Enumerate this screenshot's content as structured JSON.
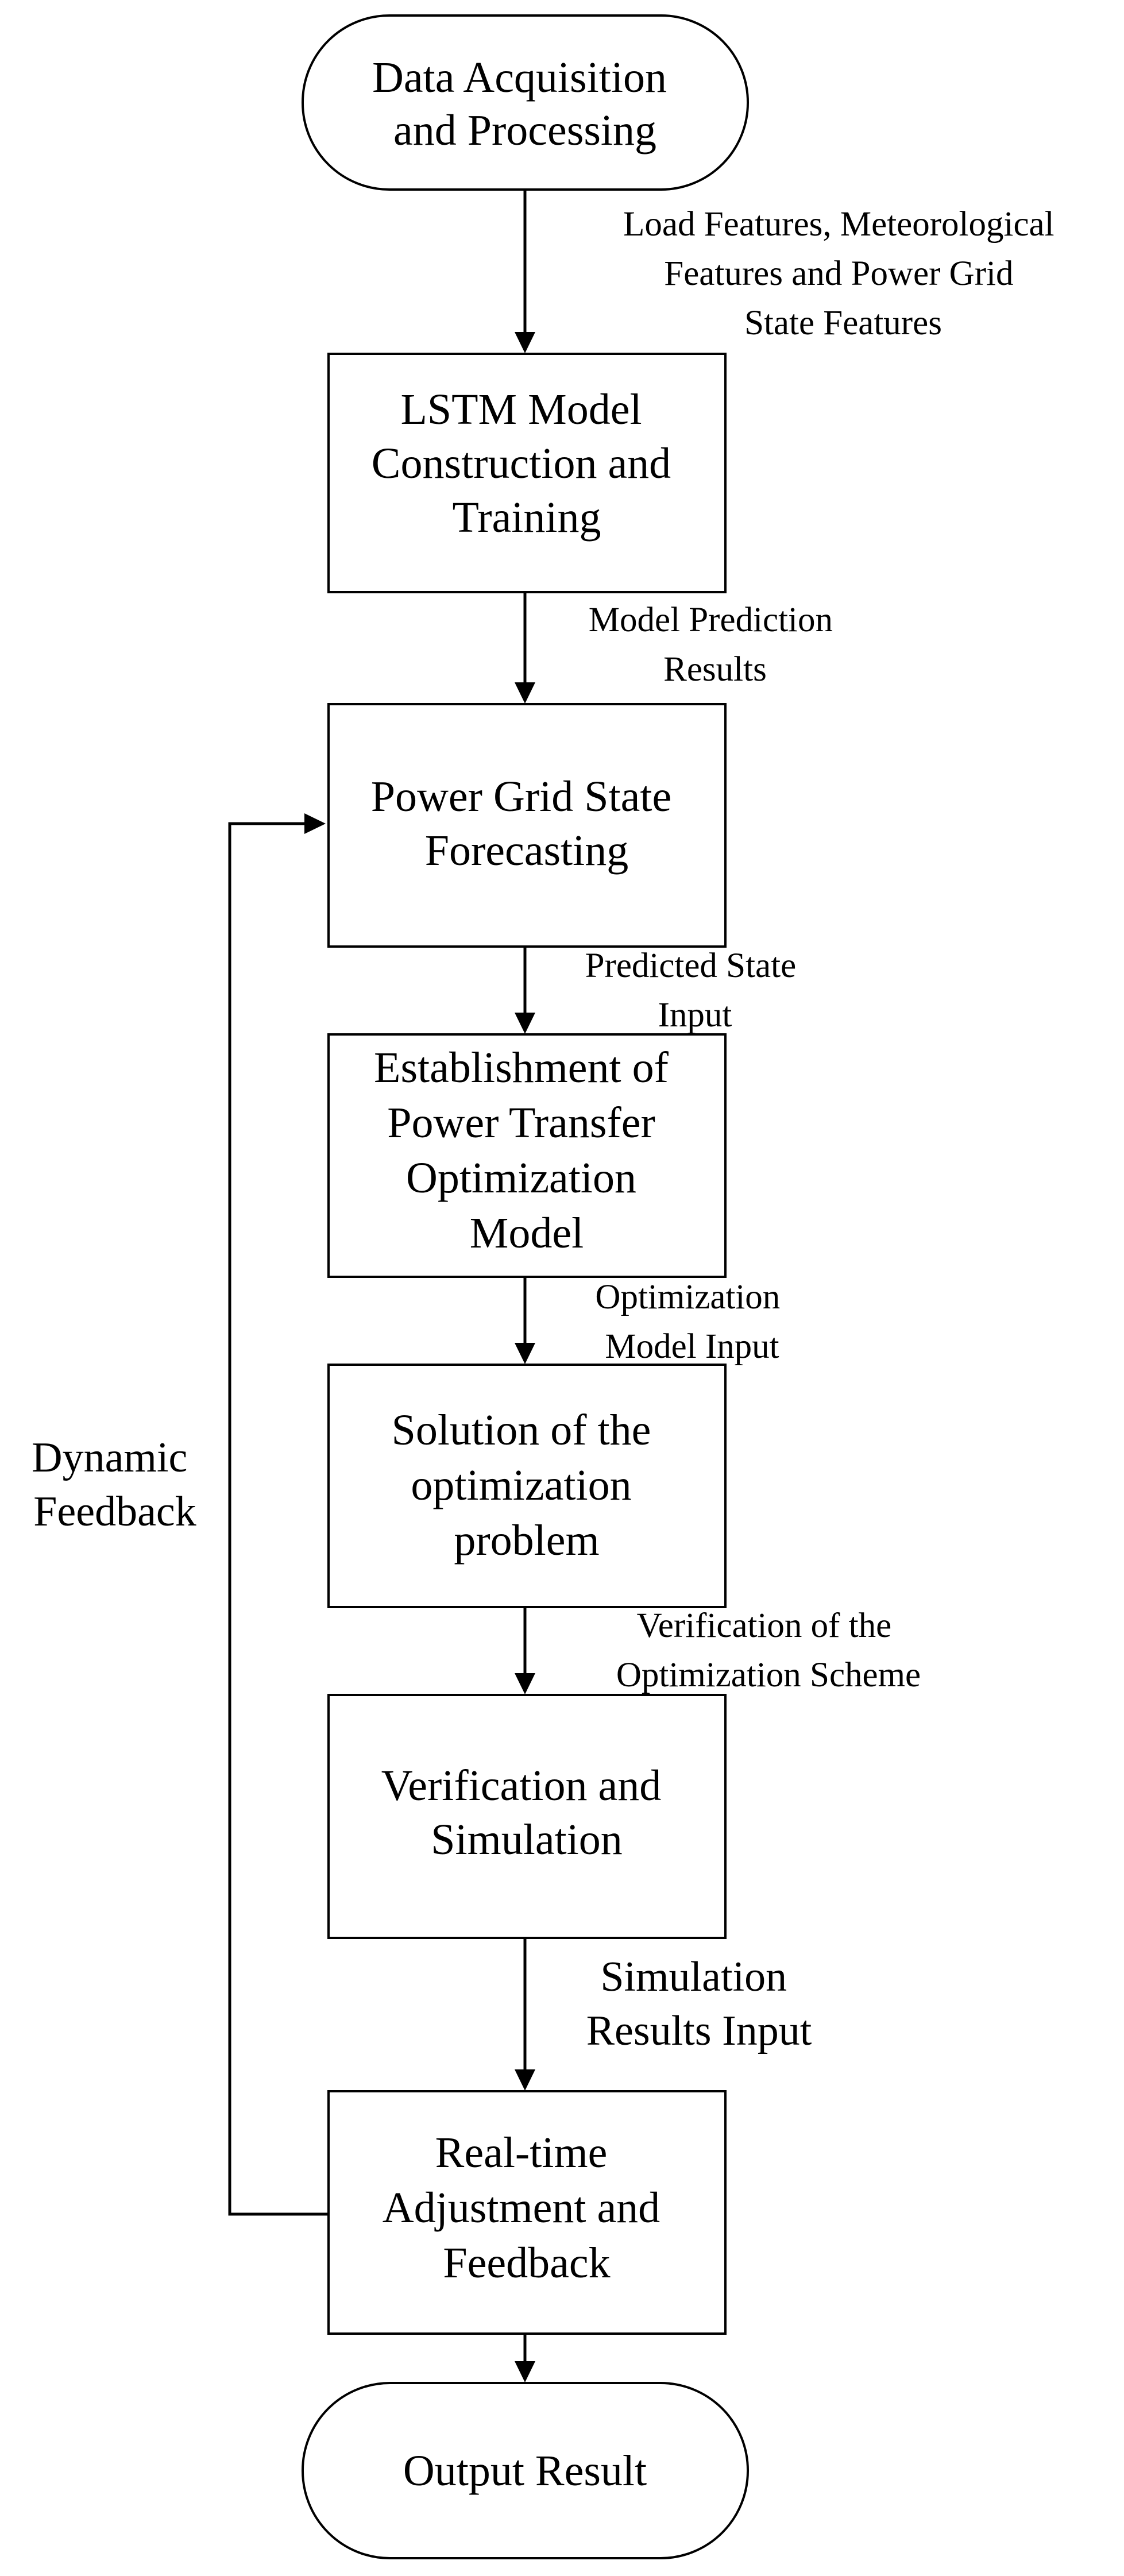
{
  "nodes": {
    "start": {
      "lines": [
        "Data Acquisition",
        "and Processing"
      ]
    },
    "lstm": {
      "lines": [
        "LSTM Model",
        "Construction and",
        "Training"
      ]
    },
    "forecast": {
      "lines": [
        "Power Grid State",
        "Forecasting"
      ]
    },
    "establish": {
      "lines": [
        "Establishment of",
        "Power Transfer",
        "Optimization",
        "Model"
      ]
    },
    "solution": {
      "lines": [
        "Solution of the",
        "optimization",
        "problem"
      ]
    },
    "verify": {
      "lines": [
        "Verification and",
        "Simulation"
      ]
    },
    "realtime": {
      "lines": [
        "Real-time",
        "Adjustment and",
        "Feedback"
      ]
    },
    "output": {
      "lines": [
        "Output Result"
      ]
    }
  },
  "edges": {
    "e1": {
      "lines": [
        "Load Features, Meteorological",
        "Features and Power Grid",
        "State Features"
      ]
    },
    "e2": {
      "lines": [
        "Model Prediction",
        "Results"
      ]
    },
    "e3": {
      "lines": [
        "Predicted State",
        "Input"
      ]
    },
    "e4": {
      "lines": [
        "Optimization",
        "Model Input"
      ]
    },
    "e5": {
      "lines": [
        "Verification of the",
        "Optimization Scheme"
      ]
    },
    "e6": {
      "lines": [
        "Simulation",
        "Results Input"
      ]
    },
    "e7": {
      "lines": []
    },
    "feedback": {
      "lines": [
        "Dynamic",
        "Feedback"
      ]
    }
  },
  "colors": {
    "line": "#000000",
    "fill": "#ffffff",
    "text": "#000000"
  }
}
